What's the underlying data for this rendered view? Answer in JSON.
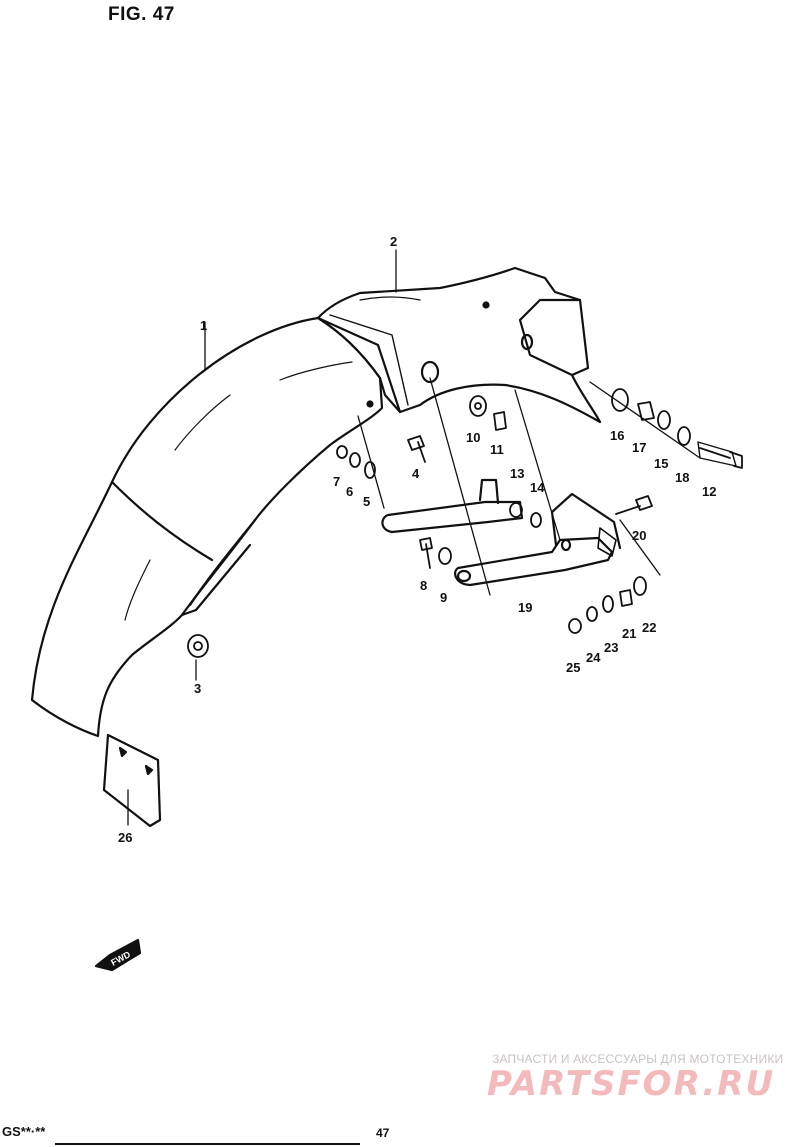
{
  "figure": {
    "title": "FIG. 47"
  },
  "callouts": [
    "1",
    "2",
    "3",
    "4",
    "5",
    "6",
    "7",
    "8",
    "9",
    "10",
    "11",
    "12",
    "13",
    "14",
    "15",
    "16",
    "17",
    "18",
    "19",
    "20",
    "21",
    "22",
    "23",
    "24",
    "25",
    "26"
  ],
  "fwd_label": "FWD",
  "footer": {
    "model_code": "GS**·**",
    "page_number": "47"
  },
  "watermark": {
    "tagline": "ЗАПЧАСТИ И АКСЕССУАРЫ ДЛЯ МОТОТЕХНИКИ",
    "brand": "PARTSFOR.RU"
  },
  "colors": {
    "ink": "#111111",
    "watermark_red": "#f3b9bb",
    "watermark_grey": "#c9c2c2"
  }
}
